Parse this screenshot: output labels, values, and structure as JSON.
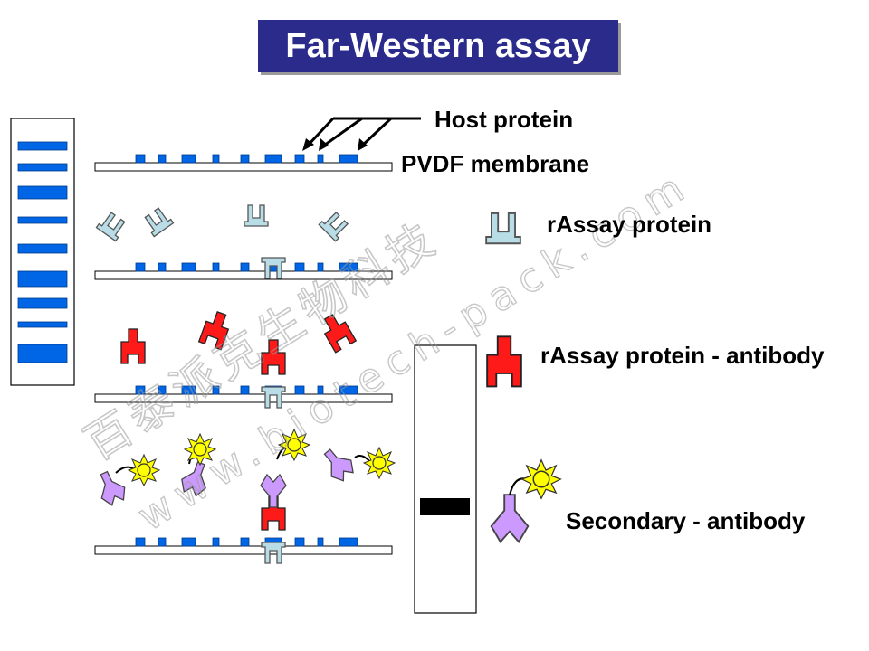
{
  "title": "Far-Western assay",
  "labels": {
    "host_protein": "Host protein",
    "pvdf_membrane": "PVDF membrane",
    "rassay_protein": "rAssay protein",
    "rassay_antibody": "rAssay protein - antibody",
    "secondary_antibody": "Secondary - antibody"
  },
  "watermark": {
    "line1": "百泰派克生物科技",
    "line2": "www.biotech-pack.com"
  },
  "colors": {
    "title_bg": "#2b2b8c",
    "band": "#0066e6",
    "assay_protein": "#b9dde6",
    "primary_antibody": "#ff0000",
    "secondary_antibody": "#cc99ff",
    "label_star": "#ffff00",
    "watermark": "#bdbdbd"
  }
}
